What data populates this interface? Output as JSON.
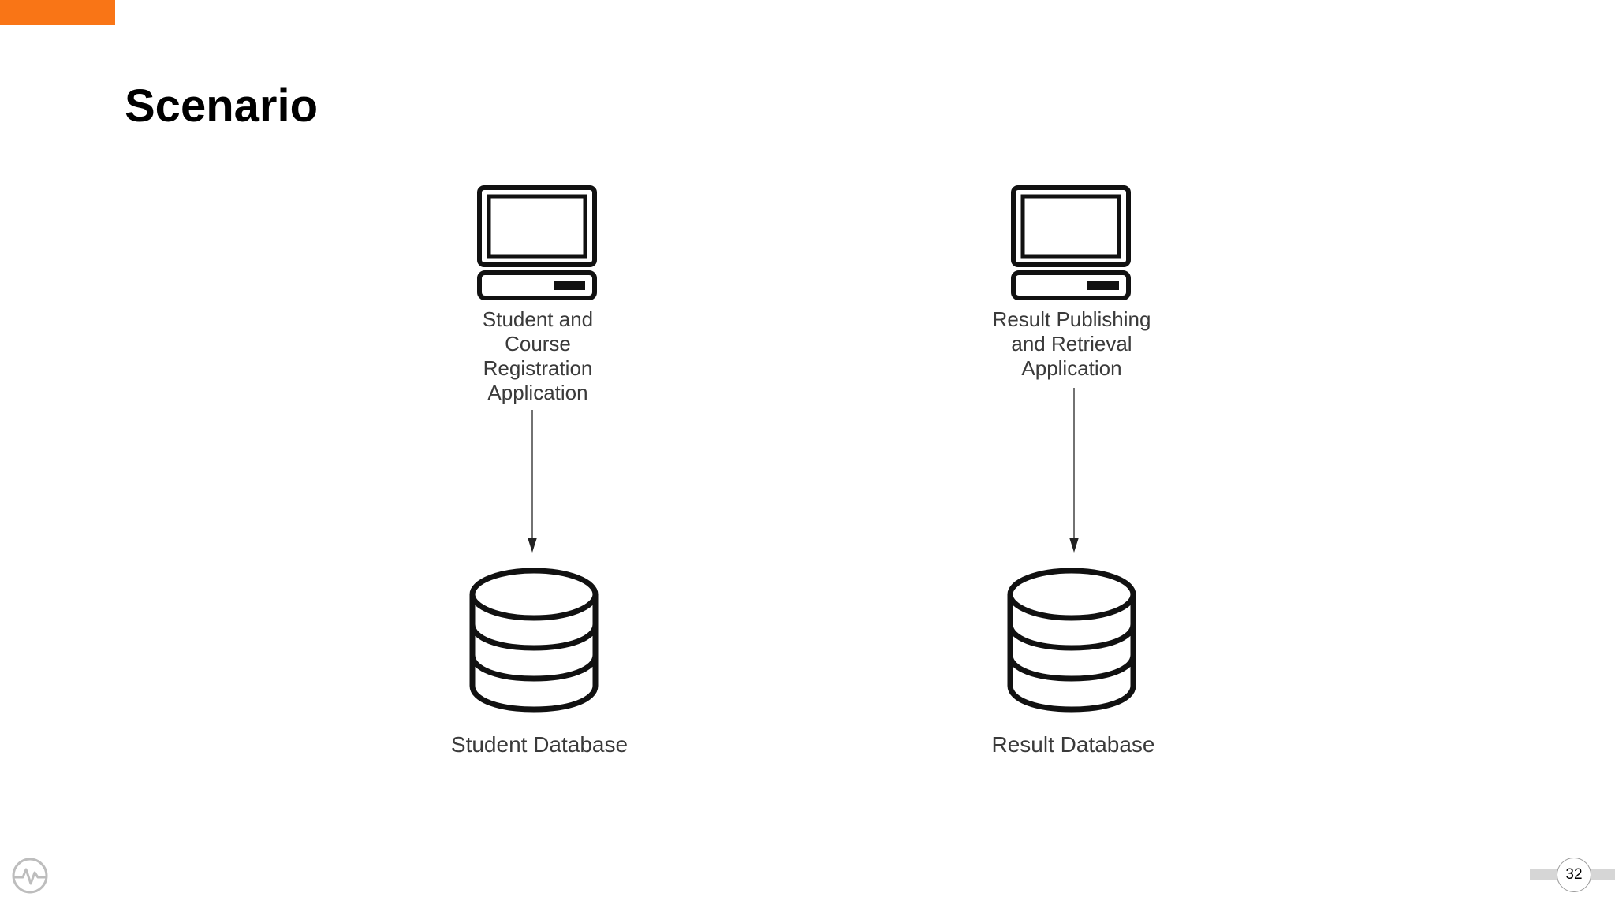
{
  "slide": {
    "title": "Scenario",
    "accent_color": "#f97516",
    "page_number": "32"
  },
  "diagram": {
    "nodes": [
      {
        "id": "app-1",
        "icon": "computer-icon",
        "label_lines": [
          "Student and",
          "Course",
          "Registration",
          "Application"
        ]
      },
      {
        "id": "app-2",
        "icon": "computer-icon",
        "label_lines": [
          "Result Publishing",
          "and Retrieval",
          "Application"
        ]
      },
      {
        "id": "db-1",
        "icon": "database-icon",
        "label": "Student Database"
      },
      {
        "id": "db-2",
        "icon": "database-icon",
        "label": "Result Database"
      }
    ],
    "edges": [
      {
        "from": "app-1",
        "to": "db-1"
      },
      {
        "from": "app-2",
        "to": "db-2"
      }
    ]
  }
}
